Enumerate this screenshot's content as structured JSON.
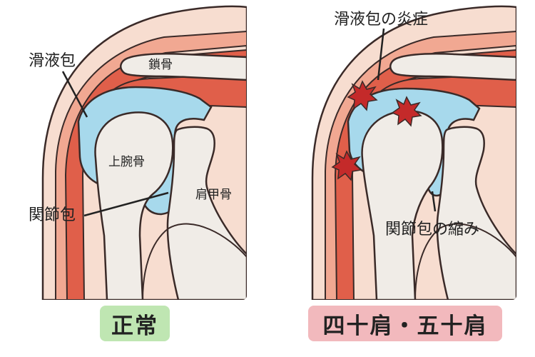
{
  "labels": {
    "bursa": "滑液包",
    "clavicle": "鎖骨",
    "humerus": "上腕骨",
    "scapula": "肩甲骨",
    "capsule": "関節包",
    "bursitis": "滑液包の炎症",
    "capsule_contraction": "関節包の縮み"
  },
  "captions": {
    "normal": "正常",
    "frozen": "四十肩・五十肩"
  },
  "colors": {
    "skin": "#f7ddd0",
    "bone": "#f0ece7",
    "muscle": "#e05f4a",
    "muscle_light": "#f1a892",
    "bursa": "#a7d9ec",
    "inflammation": "#c42a2a",
    "caption_normal": "#bfe6b2",
    "caption_frozen": "#f2b9bd",
    "outline": "#3a2a28"
  }
}
